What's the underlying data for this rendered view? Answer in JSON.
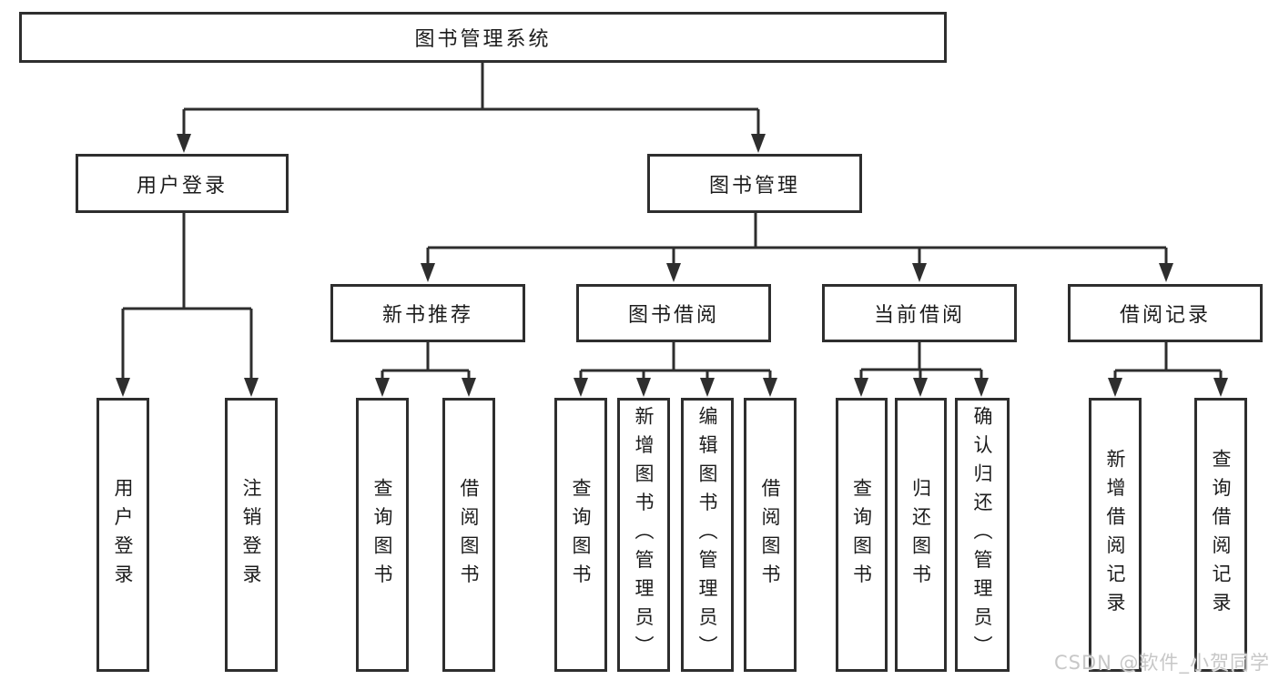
{
  "diagram_type": "hierarchy-tree",
  "tree": {
    "label": "图书管理系统",
    "children": [
      {
        "label": "用户登录",
        "children": [
          {
            "label": "用户登录"
          },
          {
            "label": "注销登录"
          }
        ]
      },
      {
        "label": "图书管理",
        "children": [
          {
            "label": "新书推荐",
            "children": [
              {
                "label": "查询图书"
              },
              {
                "label": "借阅图书"
              }
            ]
          },
          {
            "label": "图书借阅",
            "children": [
              {
                "label": "查询图书"
              },
              {
                "label": "新增图书（管理员）"
              },
              {
                "label": "编辑图书（管理员）"
              },
              {
                "label": "借阅图书"
              }
            ]
          },
          {
            "label": "当前借阅",
            "children": [
              {
                "label": "查询图书"
              },
              {
                "label": "归还图书"
              },
              {
                "label": "确认归还（管理员）"
              }
            ]
          },
          {
            "label": "借阅记录",
            "children": [
              {
                "label": "新增借阅记录"
              },
              {
                "label": "查询借阅记录"
              }
            ]
          }
        ]
      }
    ]
  },
  "watermark": {
    "text": "CSDN @软件_小贺同学"
  },
  "colors": {
    "background": "#ffffff",
    "line": "#2e2e2e",
    "box_border": "#2e2e2e",
    "text": "#1c1c1c",
    "watermark": "#c7c7c7"
  }
}
